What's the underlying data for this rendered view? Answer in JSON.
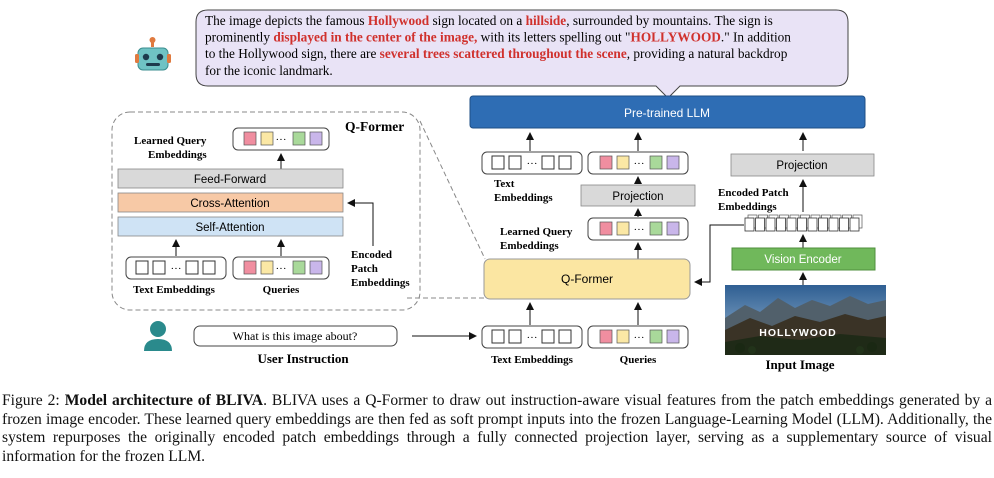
{
  "response": {
    "segments": [
      {
        "text": "The image depicts the famous ",
        "hl": false
      },
      {
        "text": "Hollywood",
        "hl": true
      },
      {
        "text": " sign located on a ",
        "hl": false
      },
      {
        "text": "hillside",
        "hl": true
      },
      {
        "text": ", surrounded by mountains. The sign is",
        "hl": false
      },
      {
        "text": "\n",
        "hl": false
      },
      {
        "text": "prominently ",
        "hl": false
      },
      {
        "text": "displayed in the center of the image,",
        "hl": true
      },
      {
        "text": " with its letters spelling out \"",
        "hl": false
      },
      {
        "text": "HOLLYWOOD",
        "hl": true
      },
      {
        "text": ".\" In addition",
        "hl": false
      },
      {
        "text": "\n",
        "hl": false
      },
      {
        "text": "to the Hollywood sign, there are ",
        "hl": false
      },
      {
        "text": "several trees scattered throughout the scene",
        "hl": true
      },
      {
        "text": ", providing a natural backdrop",
        "hl": false
      },
      {
        "text": "\n",
        "hl": false
      },
      {
        "text": "for the iconic landmark.",
        "hl": false
      }
    ]
  },
  "qformer_detail": {
    "title": "Q-Former",
    "learned_query_label_1": "Learned Query",
    "learned_query_label_2": "Embeddings",
    "feed_forward": "Feed-Forward",
    "cross_attention": "Cross-Attention",
    "self_attention": "Self-Attention",
    "encoded_patch_1": "Encoded",
    "encoded_patch_2": "Patch",
    "encoded_patch_3": "Embeddings",
    "text_embeddings": "Text Embeddings",
    "queries": "Queries"
  },
  "user_instruction": {
    "prompt": "What is this image about?",
    "label": "User Instruction"
  },
  "pipeline": {
    "llm": "Pre-trained LLM",
    "text_emb_1": "Text",
    "text_emb_2": "Embeddings",
    "projection": "Projection",
    "learned_query_1": "Learned Query",
    "learned_query_2": "Embeddings",
    "qformer": "Q-Former",
    "text_embeddings": "Text Embeddings",
    "queries": "Queries",
    "vision_projection": "Projection",
    "encoded_patch_1": "Encoded Patch",
    "encoded_patch_2": "Embeddings",
    "vision_encoder": "Vision Encoder",
    "input_image_label": "Input Image",
    "sign_text": "HOLLYWOOD"
  },
  "colors": {
    "highlight": "#d0312d",
    "llm_blue": "#2e6db4",
    "speech_bubble": "#e9e3f6",
    "qformer_yellow": "#fbe6a2",
    "feed_forward_gray": "#d9d9d9",
    "cross_attention_orange": "#f7c9a6",
    "self_attention_blue": "#cfe3f5",
    "vision_green": "#70b85b",
    "robot_teal": "#6fc3c4",
    "user_teal": "#2a8a8c",
    "query_red": "#f08ea0",
    "query_yellow": "#fbe8a5",
    "query_green": "#a9d99a",
    "query_purple": "#c9b6ea"
  },
  "icons": [
    "robot-icon",
    "user-icon",
    "hollywood-photo"
  ],
  "caption": {
    "prefix": "Figure 2: ",
    "bold": "Model architecture of BLIVA",
    "body": ". BLIVA uses a Q-Former to draw out instruction-aware visual features from the patch embeddings generated by a frozen image encoder. These learned query embeddings are then fed as soft prompt inputs into the frozen Language-Learning Model (LLM). Additionally, the system repurposes the originally encoded patch embeddings through a fully connected projection layer, serving as a supplementary source of visual information for the frozen LLM."
  }
}
